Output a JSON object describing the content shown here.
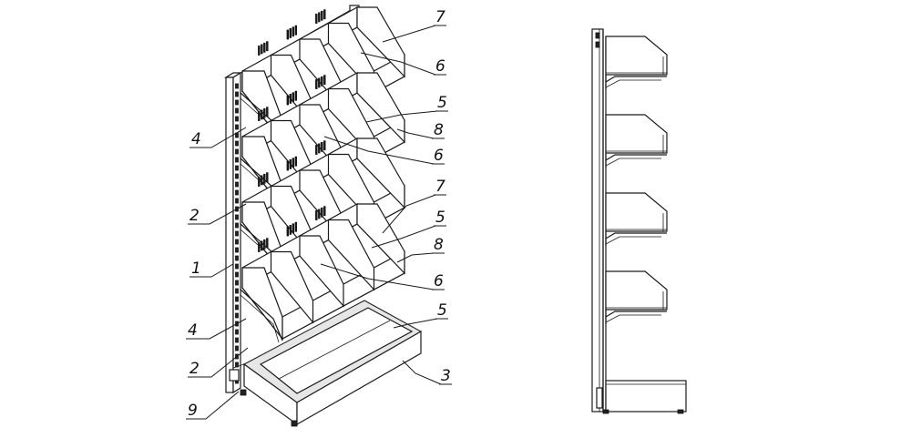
{
  "diagram": {
    "callouts": [
      {
        "id": "c7a",
        "label": "7"
      },
      {
        "id": "c6a",
        "label": "6"
      },
      {
        "id": "c5a",
        "label": "5"
      },
      {
        "id": "c8a",
        "label": "8"
      },
      {
        "id": "c6b",
        "label": "6"
      },
      {
        "id": "c4a",
        "label": "4"
      },
      {
        "id": "c2a",
        "label": "2"
      },
      {
        "id": "c7b",
        "label": "7"
      },
      {
        "id": "c5b",
        "label": "5"
      },
      {
        "id": "c8b",
        "label": "8"
      },
      {
        "id": "c1",
        "label": "1"
      },
      {
        "id": "c6c",
        "label": "6"
      },
      {
        "id": "c4b",
        "label": "4"
      },
      {
        "id": "c5c",
        "label": "5"
      },
      {
        "id": "c2b",
        "label": "2"
      },
      {
        "id": "c3",
        "label": "3"
      },
      {
        "id": "c9",
        "label": "9"
      }
    ]
  }
}
